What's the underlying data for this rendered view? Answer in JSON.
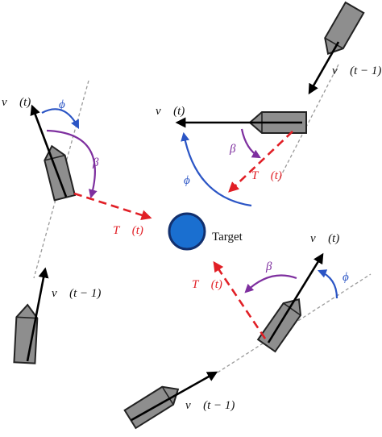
{
  "labels": {
    "velocity": "v⃗ (t)",
    "velocity_prev": "v⃗ (t − 1)",
    "target_vector": "T⃗ (t)",
    "phi": "ϕ",
    "beta": "β",
    "target": "Target"
  },
  "colors": {
    "hull_fill": "#8e8e8e",
    "hull_stroke": "#222222",
    "velocity": "#000000",
    "target_vector": "#e11f26",
    "phi_arc": "#2b55c5",
    "beta_arc": "#7e2f9f",
    "target_fill": "#1a6fd0",
    "target_stroke": "#12306e",
    "heading_line": "#9a9a9a"
  }
}
